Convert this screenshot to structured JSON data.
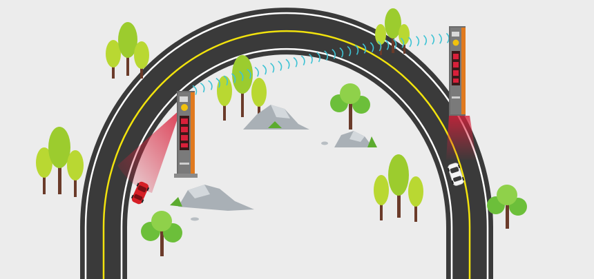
{
  "scene": {
    "description_free": true,
    "colors": {
      "background": "#ececec",
      "road": "#3a3a3a",
      "road_edge_line": "#ffffff",
      "road_center_line": "#f2e30d",
      "sensor_beam": "#d9203a",
      "wireless_signal": "#3ec3d4",
      "pole": "#6b6b6b",
      "pole_accent": "#e07a1f",
      "car_red": "#d61f26",
      "car_white": "#f4f4f4",
      "tree_light": "#b9d832",
      "tree_dark": "#6cbf3a",
      "trunk": "#6b3b2a",
      "rock": "#a9b0b6",
      "rock_light": "#d3d8dc"
    },
    "elements": {
      "poles": [
        {
          "id": "left-warning-pole",
          "sign_icon": "warning-display-icon",
          "beam": "radar-beam-left"
        },
        {
          "id": "right-warning-pole",
          "sign_icon": "warning-display-icon",
          "beam": "radar-beam-right"
        }
      ],
      "cars": [
        {
          "id": "red-car",
          "color_key": "car_red"
        },
        {
          "id": "white-car",
          "color_key": "car_white"
        }
      ],
      "signal": {
        "id": "wireless-link",
        "icon": "wireless-wave-icon"
      }
    }
  }
}
